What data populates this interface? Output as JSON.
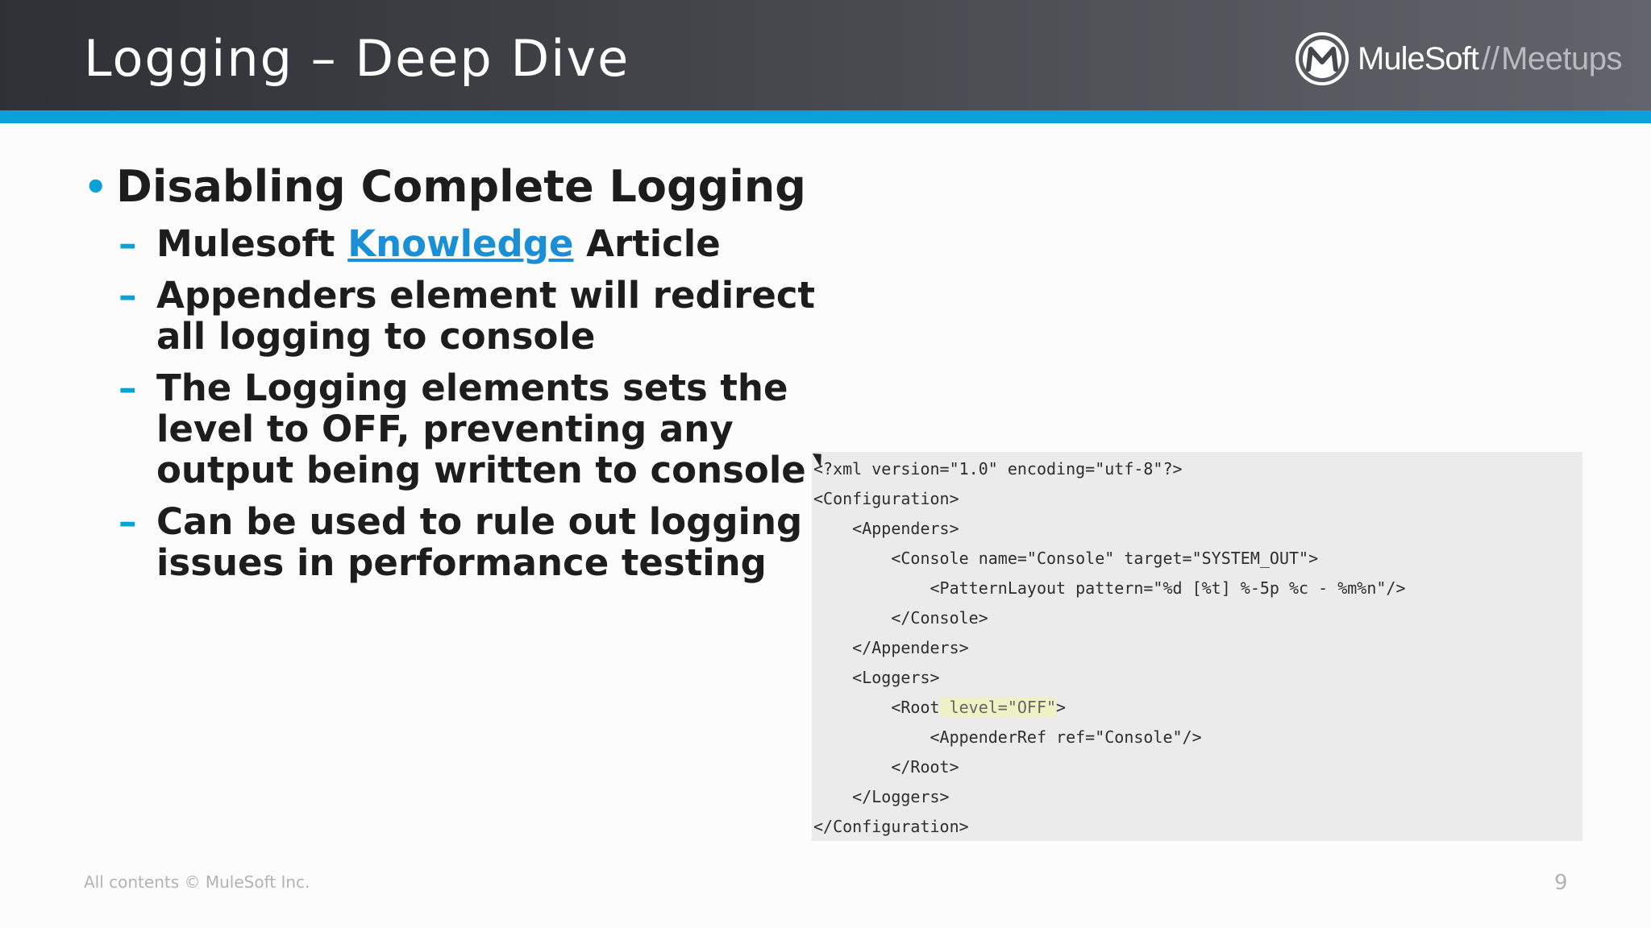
{
  "header": {
    "title": "Logging – Deep Dive",
    "logo": {
      "brand": "MuleSoft",
      "separator": "//",
      "sub": "Meetups",
      "icon": "mulesoft-m-logo-icon"
    }
  },
  "colors": {
    "accent": "#0aa0d8",
    "link": "#1b8fd6",
    "text": "#1d1d1d",
    "code_bg": "#ebebeb",
    "highlight": "#eff2c5"
  },
  "bullets": {
    "main": "Disabling Complete Logging",
    "sub1": {
      "prefix": "Mulesoft ",
      "link": "Knowledge",
      "suffix": " Article"
    },
    "sub2": {
      "l1": "Appenders element will redirect",
      "l2": "all logging to console"
    },
    "sub3": {
      "l1": "The Logging elements sets the",
      "l2": "level to OFF, preventing any",
      "l3": "output being written to console"
    },
    "sub4": {
      "l1": "Can be used to rule out logging",
      "l2": "issues in performance testing"
    }
  },
  "code": {
    "lines": [
      "<?xml version=\"1.0\" encoding=\"utf-8\"?>",
      "<Configuration>",
      "    <Appenders>",
      "        <Console name=\"Console\" target=\"SYSTEM_OUT\">",
      "            <PatternLayout pattern=\"%d [%t] %-5p %c - %m%n\"/>",
      "        </Console>",
      "    </Appenders>",
      "    <Loggers>",
      "        <Root",
      "            <AppenderRef ref=\"Console\"/>",
      "        </Root>",
      "    </Loggers>",
      "</Configuration>"
    ],
    "root_highlight": " level=\"OFF\"",
    "root_end": ">"
  },
  "footer": {
    "copyright": "All contents © MuleSoft Inc.",
    "page": "9"
  }
}
